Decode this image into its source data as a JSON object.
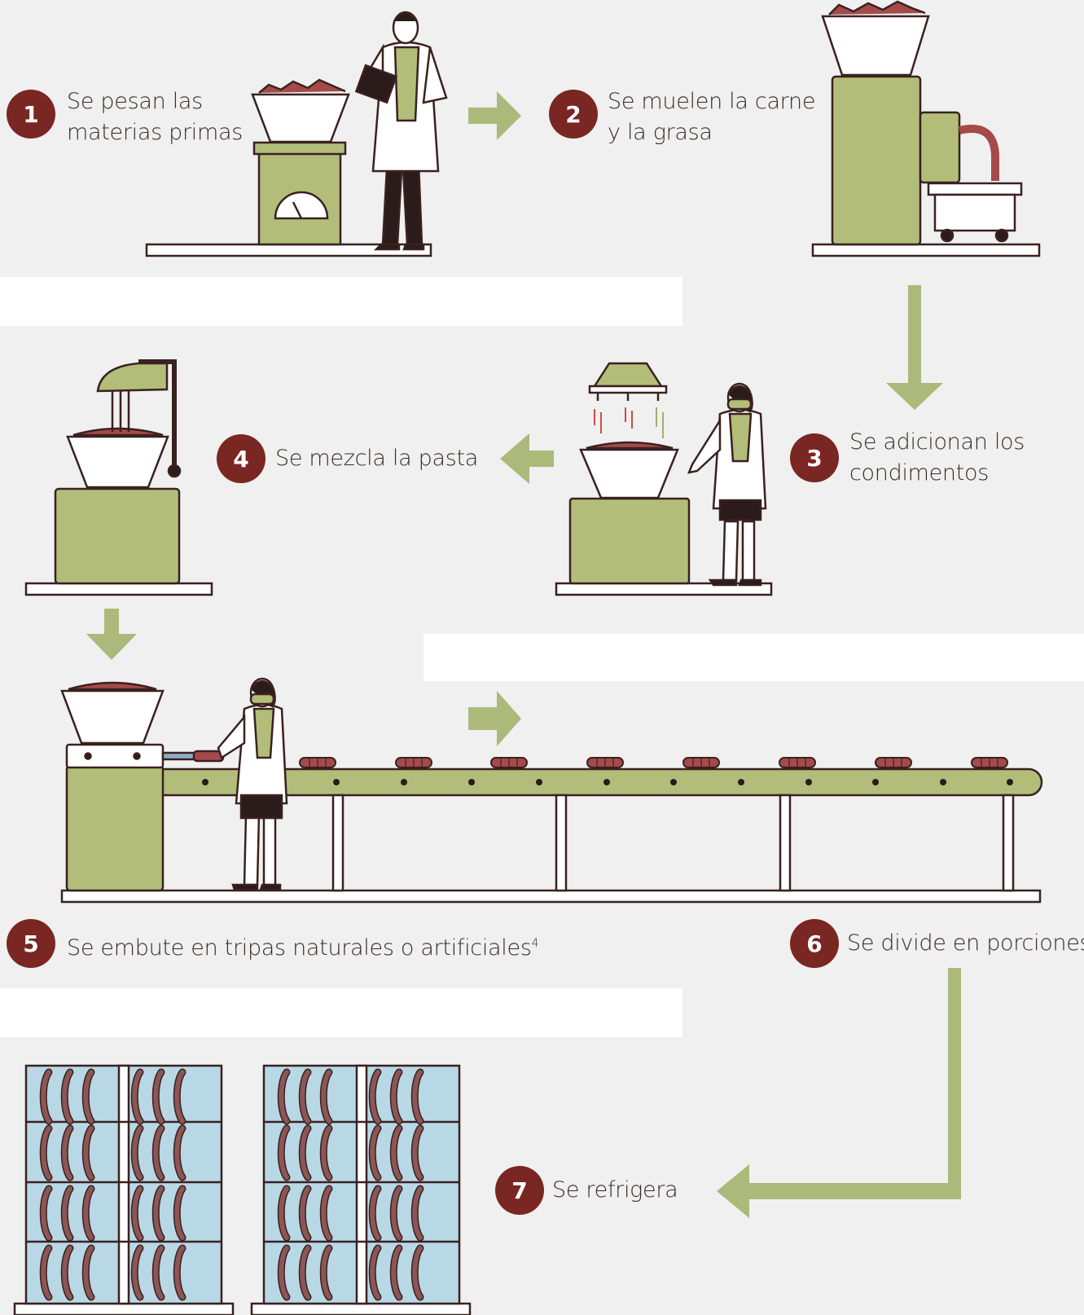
{
  "colors": {
    "background": "#eff0ef",
    "panel": "#f0f1f0",
    "machine_green": "#b3bd7a",
    "arrow_green": "#adb97a",
    "outline": "#3a2120",
    "badge": "#7a2623",
    "meat": "#a54a49",
    "fridge_blue": "#b8d8e6",
    "sausage": "#8c5655"
  },
  "steps": [
    {
      "number": "1",
      "text_line1": "Se pesan las",
      "text_line2": "materias primas"
    },
    {
      "number": "2",
      "text_line1": "Se muelen la carne",
      "text_line2": "y la grasa"
    },
    {
      "number": "3",
      "text_line1": "Se adicionan los",
      "text_line2": "condimentos"
    },
    {
      "number": "4",
      "text_line1": "Se mezcla la pasta"
    },
    {
      "number": "5",
      "text_line1": "Se embute en tripas naturales o artificiales",
      "footnote": "4"
    },
    {
      "number": "6",
      "text_line1": "Se divide en porciones"
    },
    {
      "number": "7",
      "text_line1": "Se refrigera"
    }
  ]
}
